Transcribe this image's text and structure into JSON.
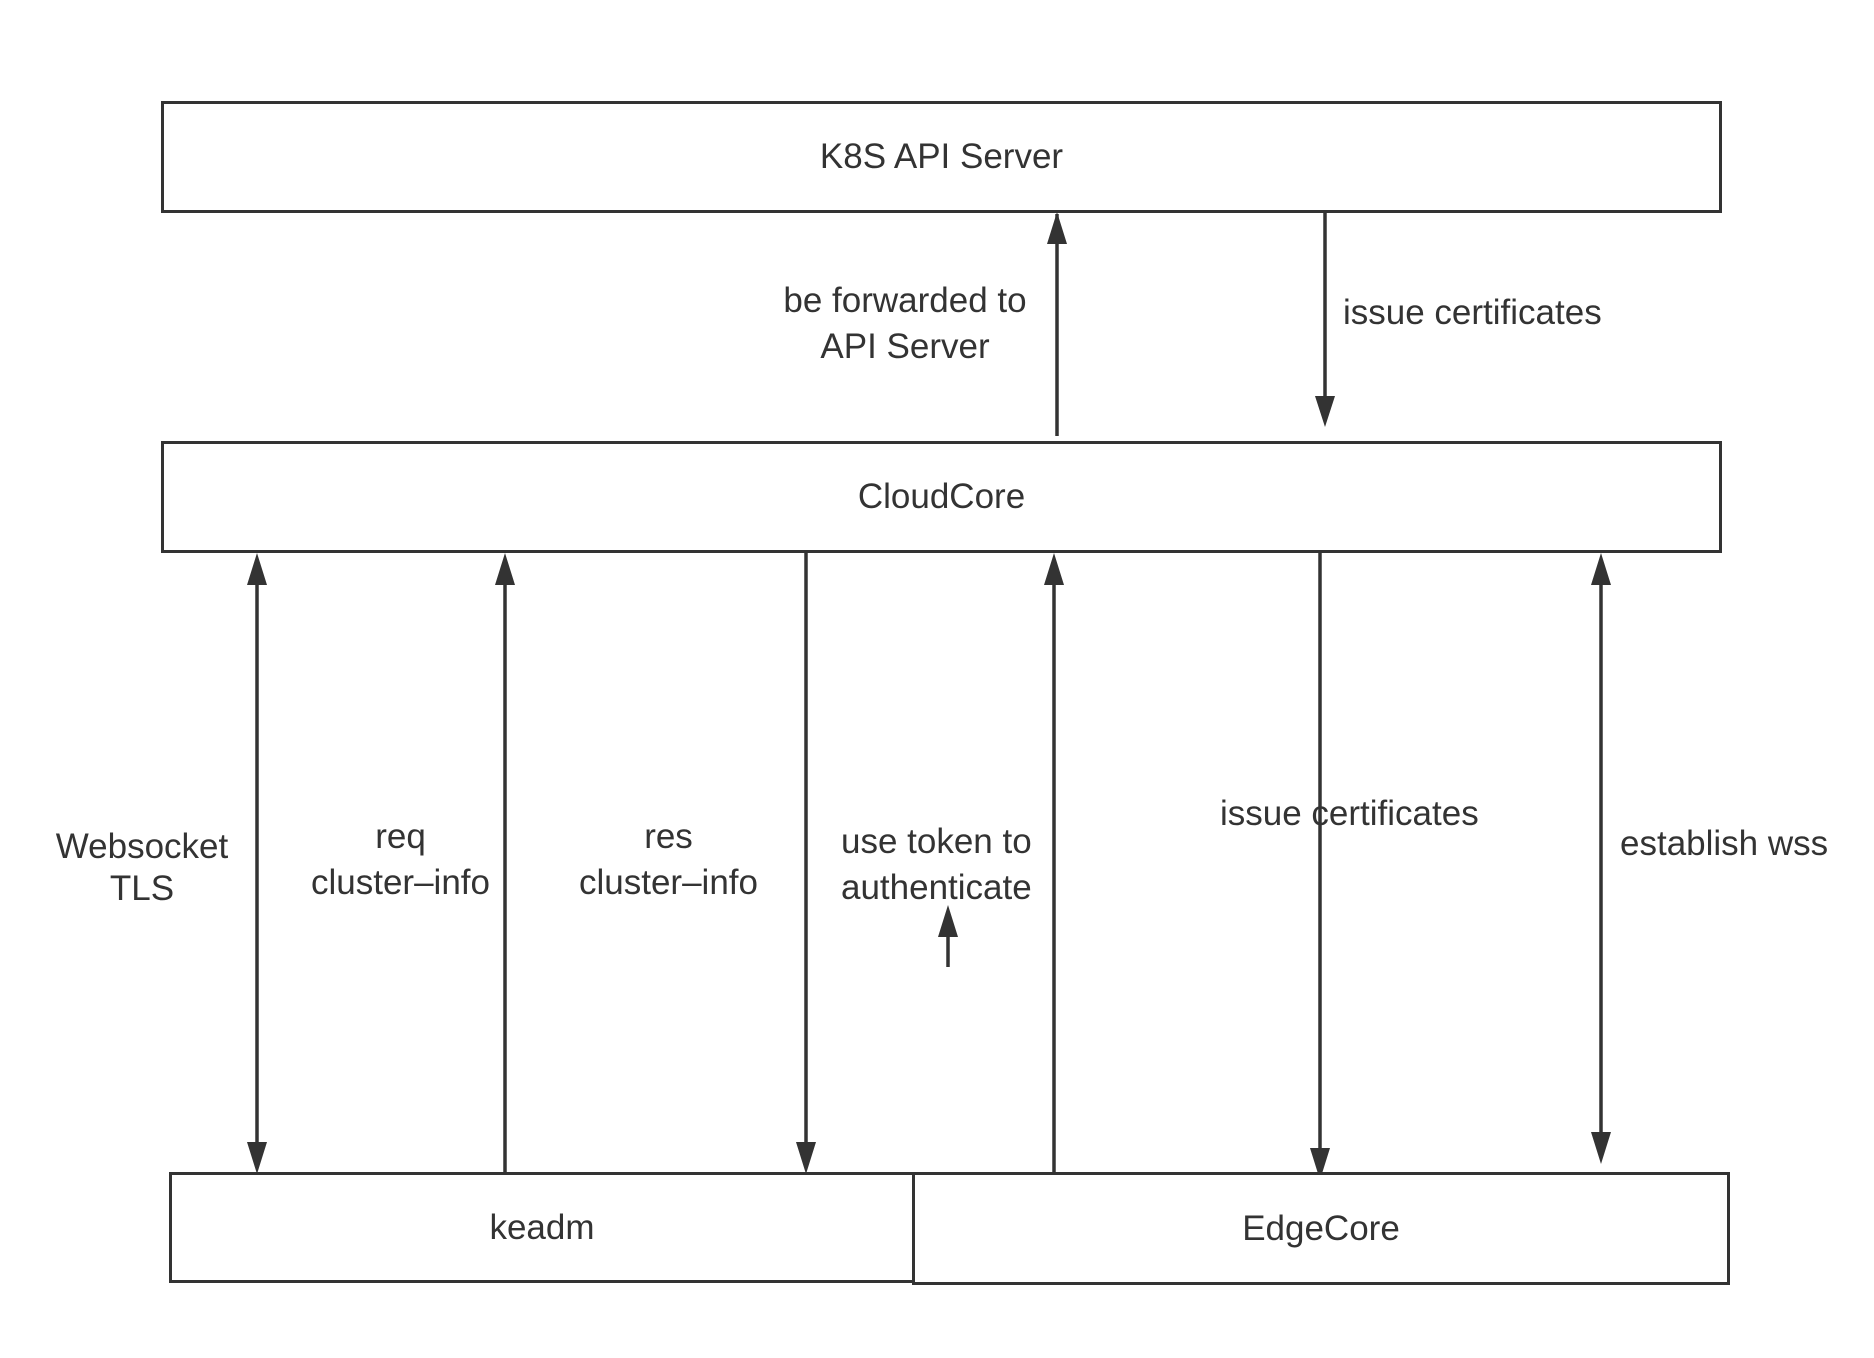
{
  "nodes": {
    "api_server": "K8S API Server",
    "cloudcore": "CloudCore",
    "keadm": "keadm",
    "edgecore": "EdgeCore"
  },
  "edges": {
    "forwarded": [
      "be forwarded to",
      "API Server"
    ],
    "issue_top": [
      "issue certificates"
    ],
    "websocket": [
      "Websocket",
      "TLS"
    ],
    "req": [
      "req",
      "cluster–info"
    ],
    "res": [
      "res",
      "cluster–info"
    ],
    "token": [
      "use token to",
      "authenticate"
    ],
    "issue_bottom": [
      "issue certificates"
    ],
    "wss": [
      "establish wss"
    ]
  },
  "colors": {
    "stroke": "#333333",
    "background": "#ffffff"
  }
}
